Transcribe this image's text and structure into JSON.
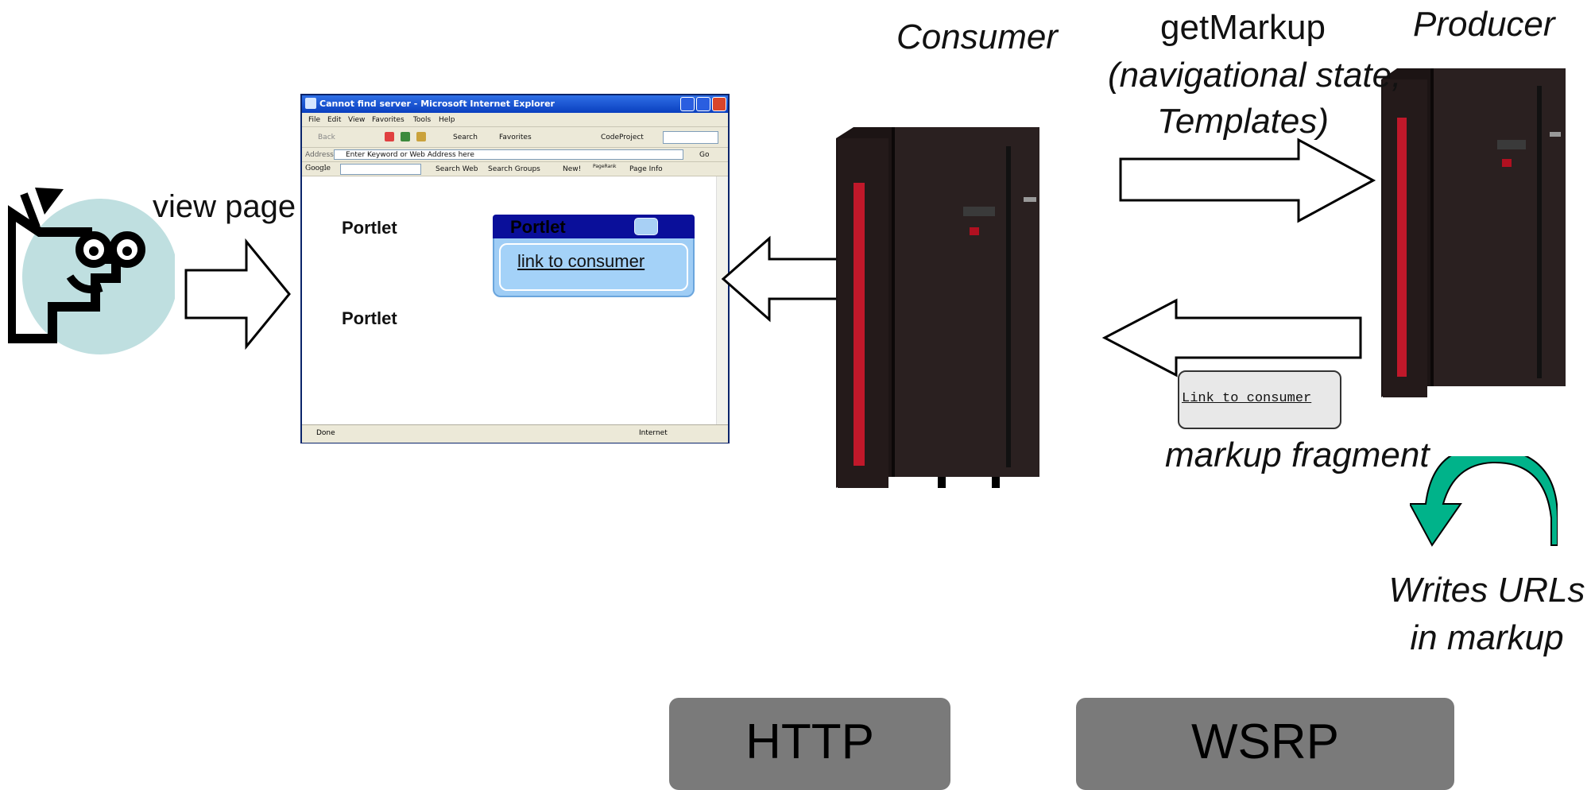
{
  "labels": {
    "view_page": "view page",
    "consumer": "Consumer",
    "producer": "Producer",
    "get_markup": "getMarkup",
    "get_markup_args_1": "(navigational state,",
    "get_markup_args_2": "Templates)",
    "markup_fragment": "markup fragment",
    "writes_urls_1": "Writes URLs",
    "writes_urls_2": "in markup"
  },
  "browser": {
    "title": "Cannot find server - Microsoft Internet Explorer",
    "menu": [
      "File",
      "Edit",
      "View",
      "Favorites",
      "Tools",
      "Help"
    ],
    "toolbar": {
      "back": "Back",
      "search": "Search",
      "favorites": "Favorites",
      "codeproject": "CodeProject"
    },
    "address_label": "Address",
    "address_value": "Enter Keyword or Web Address here",
    "go": "Go",
    "googlebar": {
      "logo": "Google",
      "search_web": "Search Web",
      "search_groups": "Search Groups",
      "new": "New!",
      "pagerank": "PageRank",
      "page_info": "Page Info"
    },
    "status_done": "Done",
    "status_zone": "Internet",
    "portlet_1": "Portlet",
    "portlet_2": "Portlet",
    "portlet_3": "Portlet",
    "portlet_link": "link to consumer"
  },
  "fragment_text": "Link to consumer",
  "protocols": {
    "http": "HTTP",
    "wsrp": "WSRP"
  },
  "colors": {
    "server_body": "#1c1414",
    "server_red": "#c0182a",
    "user_circle": "#bfdfe0",
    "curved_arrow": "#00b38a",
    "protocol_bg": "#7a7a7a",
    "portlet_header": "#0a0f9a",
    "portlet_bg": "#9fcdf5"
  }
}
